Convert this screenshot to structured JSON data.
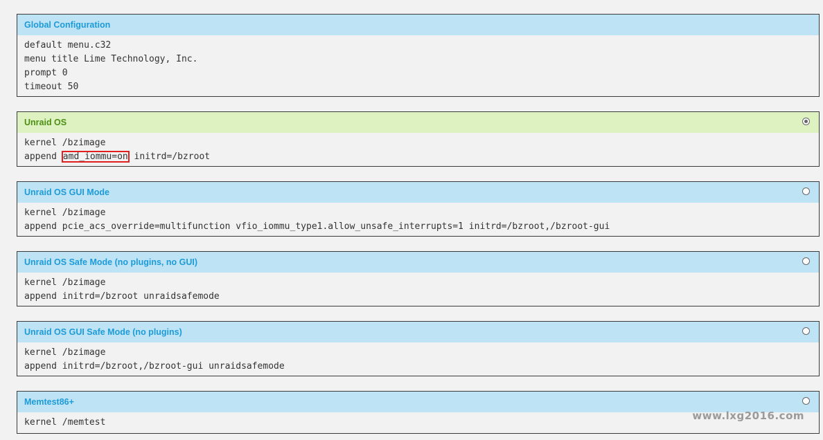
{
  "global": {
    "title": "Global Configuration",
    "lines": [
      "default menu.c32",
      "menu title Lime Technology, Inc.",
      "prompt 0",
      "timeout 50"
    ]
  },
  "entries": [
    {
      "title": "Unraid OS",
      "selected": true,
      "line1": "kernel /bzimage",
      "line2_prefix": "append ",
      "line2_highlight": "amd_iommu=on",
      "line2_suffix": " initrd=/bzroot"
    },
    {
      "title": "Unraid OS GUI Mode",
      "selected": false,
      "line1": "kernel /bzimage",
      "line2": "append pcie_acs_override=multifunction vfio_iommu_type1.allow_unsafe_interrupts=1 initrd=/bzroot,/bzroot-gui"
    },
    {
      "title": "Unraid OS Safe Mode (no plugins, no GUI)",
      "selected": false,
      "line1": "kernel /bzimage",
      "line2": "append initrd=/bzroot unraidsafemode"
    },
    {
      "title": "Unraid OS GUI Safe Mode (no plugins)",
      "selected": false,
      "line1": "kernel /bzimage",
      "line2": "append initrd=/bzroot,/bzroot-gui unraidsafemode"
    },
    {
      "title": "Memtest86+",
      "selected": false,
      "line1": "kernel /memtest"
    }
  ],
  "watermark": "www.lxg2016.com",
  "colors": {
    "header_blue": "#bde3f5",
    "header_green": "#def2c1",
    "title_blue": "#1d9bd8",
    "title_green": "#4c8f12",
    "highlight_border": "#e02020"
  }
}
